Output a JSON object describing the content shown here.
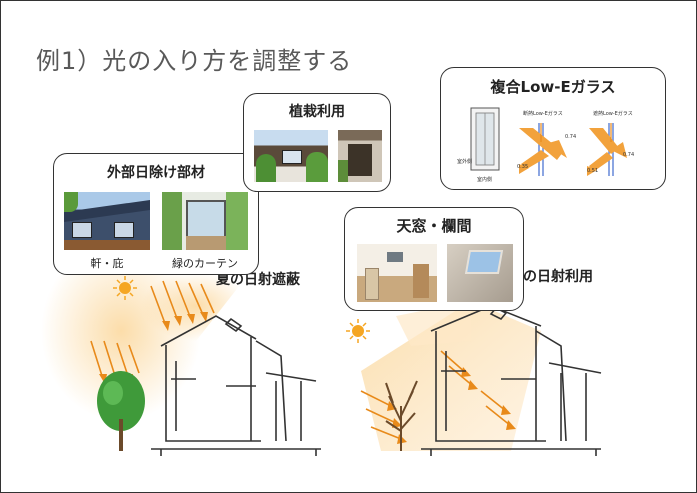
{
  "slide": {
    "title": "例1）光の入り方を調整する"
  },
  "captions": {
    "left": "夏の日射遮蔽",
    "right": "冬の日射利用"
  },
  "cards": {
    "exterior_shading": {
      "title": "外部日除け部材",
      "photo_labels": [
        "軒・庇",
        "緑のカーテン"
      ]
    },
    "planting": {
      "title": "植栽利用"
    },
    "lowe_glass": {
      "title": "複合Low-Eガラス",
      "diagram_labels": {
        "left_heading": "断熱Low-Eガラス",
        "right_heading": "遮熱Low-Eガラス",
        "inside_left": "室外側",
        "inside_right": "室内側",
        "value_a": "0.74",
        "value_b": "0.35",
        "value_c": "0.74",
        "value_d": "0.51"
      }
    },
    "skylight": {
      "title": "天窓・欄間"
    }
  },
  "colors": {
    "sun": "#f5a623",
    "sun_glow": "#fbd9a0",
    "tree_green": "#3f9a3a",
    "arrow_orange": "#e88a1a",
    "glass_blue": "#5b7fd6"
  }
}
